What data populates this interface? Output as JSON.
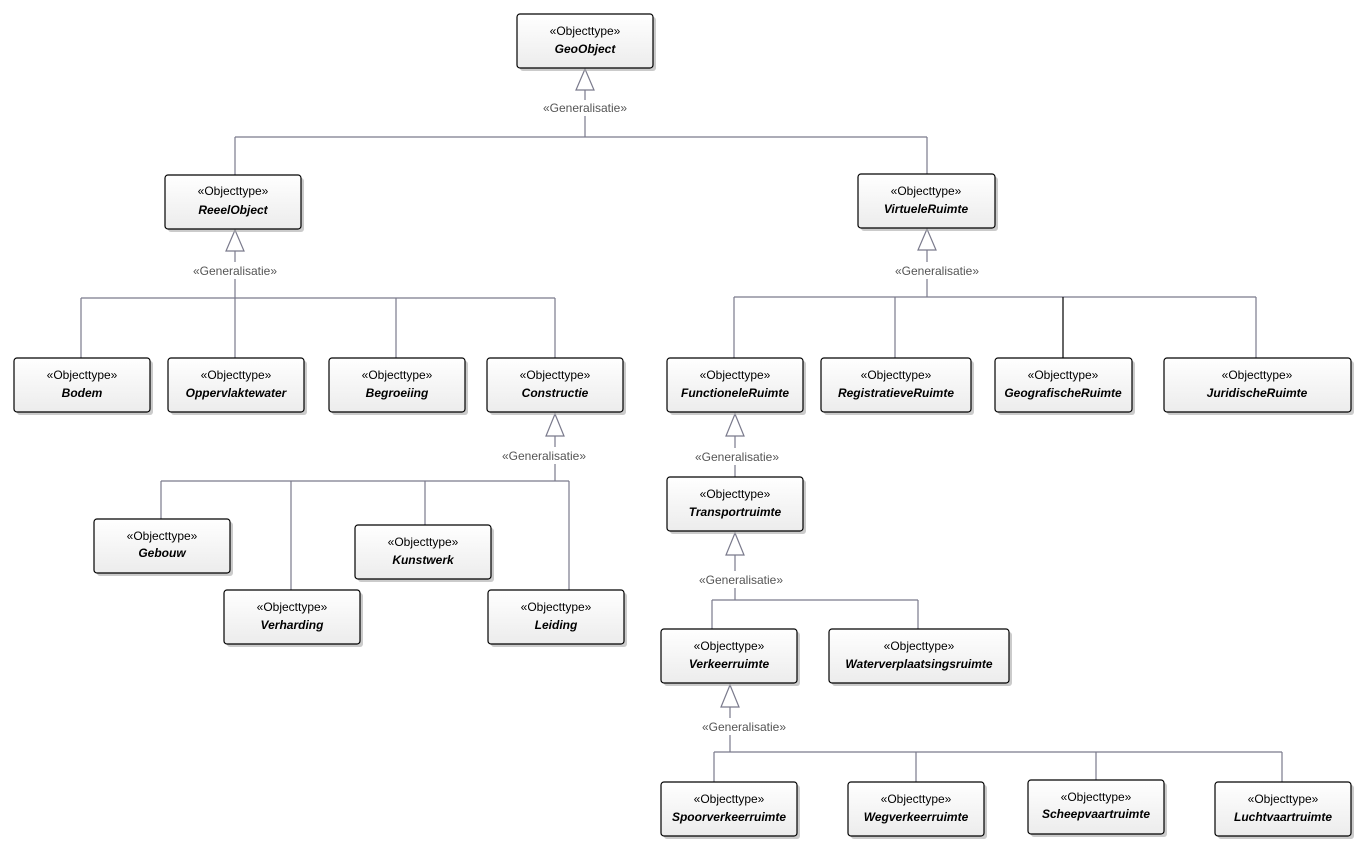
{
  "stereotype": "«Objecttype»",
  "generalisation_label": "«Generalisatie»",
  "classes": {
    "geoobject": "GeoObject",
    "reeelobject": "ReeelObject",
    "virtueleruimte": "VirtueleRuimte",
    "bodem": "Bodem",
    "oppervlaktewater": "Oppervlaktewater",
    "begroeiing": "Begroeiing",
    "constructie": "Constructie",
    "functioneleruimte": "FunctioneleRuimte",
    "registratieveruimte": "RegistratieveRuimte",
    "geografischeruimte": "GeografischeRuimte",
    "juridischeruimte": "JuridischeRuimte",
    "gebouw": "Gebouw",
    "verharding": "Verharding",
    "kunstwerk": "Kunstwerk",
    "leiding": "Leiding",
    "transportruimte": "Transportruimte",
    "verkeerruimte": "Verkeerruimte",
    "waterverplaatsingsruimte": "Waterverplaatsingsruimte",
    "spoorverkeerruimte": "Spoorverkeerruimte",
    "wegverkeerruimte": "Wegverkeerruimte",
    "scheepvaartruimte": "Scheepvaartruimte",
    "luchtvaartruimte": "Luchtvaartruimte"
  },
  "colors": {
    "connector": "#7a7a8c",
    "box_border": "#000000",
    "box_fill_top": "#ffffff",
    "box_fill_bottom": "#ececec",
    "label": "#555555"
  }
}
